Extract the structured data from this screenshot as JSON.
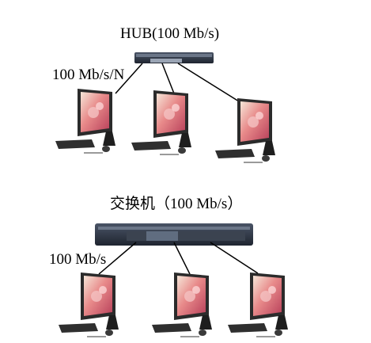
{
  "hub_section": {
    "title": "HUB(100 Mb/s)",
    "link_speed": "100 Mb/s/N",
    "computers": 3
  },
  "switch_section": {
    "title": "交换机（100 Mb/s）",
    "link_speed": "100 Mb/s",
    "computers": 3
  }
}
